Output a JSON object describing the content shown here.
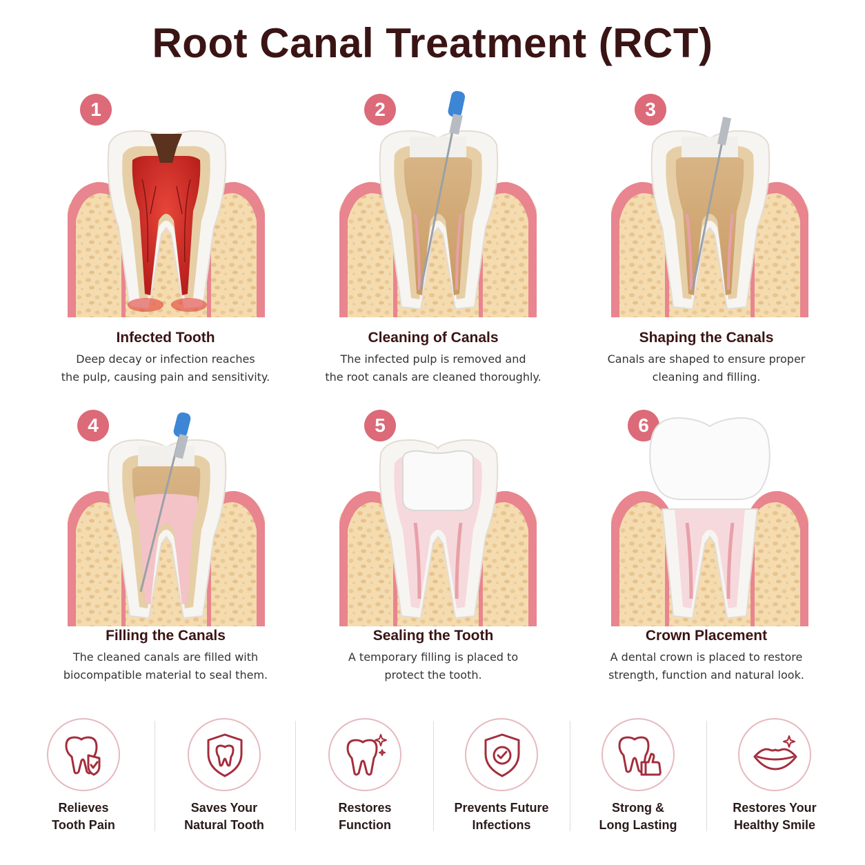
{
  "title": "Root Canal Treatment (RCT)",
  "colors": {
    "accent": "#dc6a78",
    "gum": "#e8858f",
    "bone": "#f4dcb0",
    "enamel": "#f7f5f2",
    "dentin": "#e6cfa6",
    "infection": "#d63a2a",
    "decay": "#5b321e",
    "icon_stroke": "#a32e3c"
  },
  "steps": [
    {
      "number": "1",
      "title": "Infected Tooth",
      "desc_line1": "Deep decay or infection reaches",
      "desc_line2": "the pulp, causing pain and sensitivity."
    },
    {
      "number": "2",
      "title": "Cleaning of Canals",
      "desc_line1": "The infected pulp is removed and",
      "desc_line2": "the root canals are cleaned thoroughly."
    },
    {
      "number": "3",
      "title": "Shaping the Canals",
      "desc_line1": "Canals are shaped to ensure proper",
      "desc_line2": "cleaning and filling."
    },
    {
      "number": "4",
      "title": "Filling the Canals",
      "desc_line1": "The cleaned canals are filled with",
      "desc_line2": "biocompatible material to seal them."
    },
    {
      "number": "5",
      "title": "Sealing the Tooth",
      "desc_line1": "A temporary filling is placed to",
      "desc_line2": "protect the tooth."
    },
    {
      "number": "6",
      "title": "Crown Placement",
      "desc_line1": "A dental crown is placed to restore",
      "desc_line2": "strength, function and natural look."
    }
  ],
  "benefits": [
    {
      "line1": "Relieves",
      "line2": "Tooth Pain",
      "icon": "tooth-shield-check-icon"
    },
    {
      "line1": "Saves Your",
      "line2": "Natural Tooth",
      "icon": "shield-tooth-icon"
    },
    {
      "line1": "Restores",
      "line2": "Function",
      "icon": "sparkling-tooth-icon"
    },
    {
      "line1": "Prevents Future",
      "line2": "Infections",
      "icon": "shield-check-icon"
    },
    {
      "line1": "Strong &",
      "line2": "Long Lasting",
      "icon": "tooth-thumbs-up-icon"
    },
    {
      "line1": "Restores Your",
      "line2": "Healthy Smile",
      "icon": "smile-lips-icon"
    }
  ]
}
